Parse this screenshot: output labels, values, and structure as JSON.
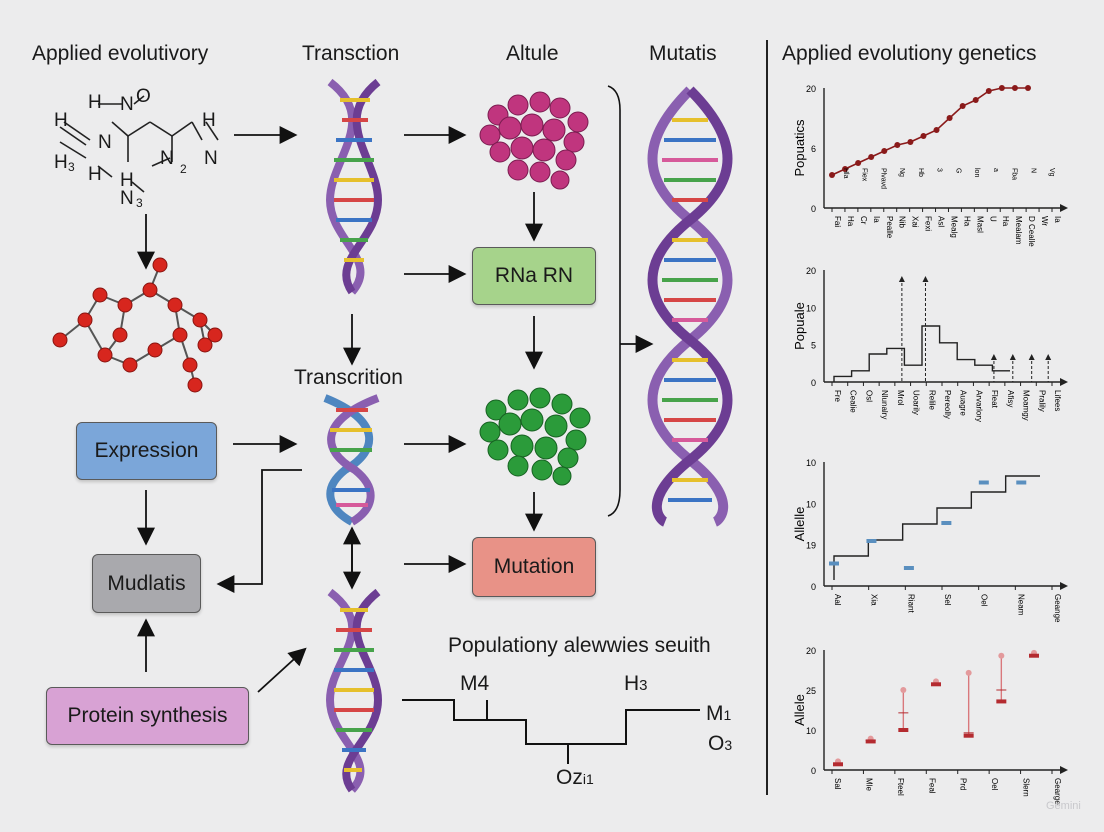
{
  "colors": {
    "background": "#ececed",
    "dna_purple": "#8a5fb0",
    "dna_blue": "#4e86c0",
    "protein_magenta": "#c0357e",
    "protein_green": "#2b9b3a",
    "atom_red": "#d7261e",
    "expression_box": "#7ba6d9",
    "mudlatis_box": "#a9a9ad",
    "protein_synthesis_box": "#d8a2d4",
    "rna_box": "#a6d38b",
    "mutation_box": "#e89287",
    "chart_line": "#8a1a1a",
    "allele_red": "#b42b30",
    "allele_blue": "#5a8fbf"
  },
  "headers": {
    "col1": "Applied evolutivory",
    "col2": "Transction",
    "col3": "Altule",
    "col4": "Mutatis",
    "right": "Applied evolutiony genetics"
  },
  "molecule_labels": {
    "h1": "H",
    "n1": "N",
    "o1": "O",
    "h2": "H",
    "h3": "H",
    "n2": "N",
    "h4": "H",
    "h3a": "H",
    "sub3": "3",
    "n3": "N",
    "h5": "H",
    "n4": "N",
    "two": "2",
    "n5": "N",
    "sub4": "3"
  },
  "mid_label": "Transcrition",
  "boxes": {
    "expression": "Expression",
    "mudlatis": "Mudlatis",
    "protein_synthesis": "Protein synthesis",
    "rna": "RNa  RN",
    "mutation": "Mutation"
  },
  "pedigree": {
    "title": "Populationy alewwies seuith",
    "m4": "M",
    "m4_sub": "4",
    "h3": "H",
    "h3_sub": "3",
    "m1": "M",
    "m1_sub": "1",
    "o3": "O",
    "o3_sub": "3",
    "oz": "Oz",
    "oz_sub": "i1"
  },
  "watermark": "Gemini",
  "chart_data": [
    {
      "type": "line",
      "ylabel": "Popuatics",
      "y_tick_labels": [
        "0",
        "6",
        "20"
      ],
      "ylim": [
        0,
        20
      ],
      "categories": [
        "Fai",
        "Ha",
        "Cr",
        "Ia",
        "Pealle",
        "Nib",
        "Xai",
        "Fexi",
        "Asl",
        "Mealg",
        "Ha",
        "Masl",
        "U",
        "Ha",
        "Mealam",
        "D Cealle",
        "Wr",
        "Ia"
      ],
      "category_sublabels": [
        "Hla",
        "Fiex",
        "Plvavd",
        "Ng",
        "Hb",
        "3",
        "G",
        "lon",
        "a",
        "Fba",
        "N",
        "Vg"
      ],
      "values": [
        5.5,
        6.5,
        7.5,
        8.5,
        9.5,
        10.5,
        11,
        12,
        13,
        15,
        17,
        18,
        19.5,
        20,
        20,
        20
      ]
    },
    {
      "type": "step",
      "ylabel": "Popuale",
      "y_tick_labels": [
        "0",
        "5",
        "10",
        "20"
      ],
      "ylim": [
        0,
        20
      ],
      "categories": [
        "Fre",
        "Cealie",
        "Osl",
        "Nlunalry",
        "Mrol",
        "Uoarily",
        "Relile",
        "Pereolly",
        "Auagre",
        "Arvarlory",
        "Fleat",
        "Afisy",
        "Moamgy",
        "Pralily",
        "Lifees"
      ],
      "values": [
        1,
        2,
        5,
        6,
        3,
        10,
        7,
        4,
        3,
        2
      ]
    },
    {
      "type": "step",
      "ylabel": "Allelle",
      "y_tick_labels": [
        "0",
        "19",
        "10",
        "10"
      ],
      "categories": [
        "Aal",
        "Xia",
        "Riant",
        "Sel",
        "Oel",
        "Neam",
        "Geange"
      ],
      "values": [
        1,
        2,
        3,
        4,
        5,
        6
      ],
      "markers": [
        2.5,
        5,
        2,
        7,
        11.5,
        11.5
      ]
    },
    {
      "type": "scatter",
      "ylabel": "Allele",
      "y_tick_labels": [
        "0",
        "10",
        "25",
        "20"
      ],
      "categories": [
        "Sal",
        "Mle",
        "Fteel",
        "Feal",
        "Prd",
        "Oel",
        "Slern",
        "Gearge"
      ],
      "points": [
        {
          "low": 1,
          "high": 1.5,
          "mid": 1.2
        },
        {
          "low": 5,
          "high": 5.5,
          "mid": 5.2
        },
        {
          "low": 7,
          "high": 14,
          "mid": 10
        },
        {
          "low": 15,
          "high": 15.5,
          "mid": 15.2
        },
        {
          "low": 6,
          "high": 17,
          "mid": 6.5
        },
        {
          "low": 12,
          "high": 20,
          "mid": 14
        },
        {
          "low": 20,
          "high": 20.5,
          "mid": 20.2
        }
      ]
    }
  ]
}
